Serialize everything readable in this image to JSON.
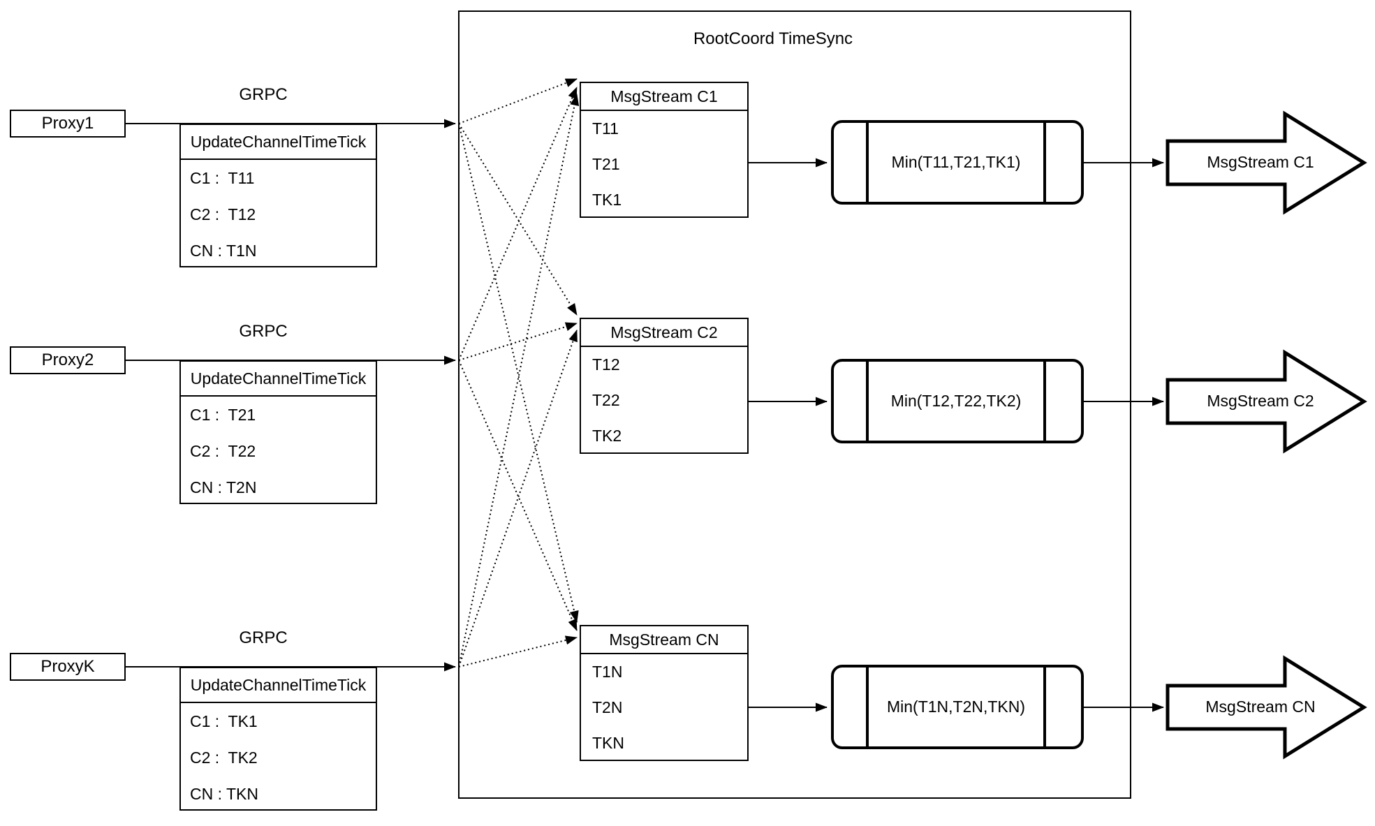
{
  "diagram": {
    "rootcoord_title": "RootCoord TimeSync",
    "rows": [
      {
        "proxy": "Proxy1",
        "grpc_label": "GRPC",
        "update_table": {
          "header": "UpdateChannelTimeTick",
          "rows": [
            "C1 :  T11",
            "C2 :  T12",
            "CN : T1N"
          ]
        },
        "msgstream_table": {
          "header": "MsgStream C1",
          "rows": [
            "T11",
            "T21",
            "TK1"
          ]
        },
        "min_label": "Min(T11,T21,TK1)",
        "output_arrow": "MsgStream C1"
      },
      {
        "proxy": "Proxy2",
        "grpc_label": "GRPC",
        "update_table": {
          "header": "UpdateChannelTimeTick",
          "rows": [
            "C1 :  T21",
            "C2 :  T22",
            "CN : T2N"
          ]
        },
        "msgstream_table": {
          "header": "MsgStream C2",
          "rows": [
            "T12",
            "T22",
            "TK2"
          ]
        },
        "min_label": "Min(T12,T22,TK2)",
        "output_arrow": "MsgStream C2"
      },
      {
        "proxy": "ProxyK",
        "grpc_label": "GRPC",
        "update_table": {
          "header": "UpdateChannelTimeTick",
          "rows": [
            "C1 :  TK1",
            "C2 :  TK2",
            "CN : TKN"
          ]
        },
        "msgstream_table": {
          "header": "MsgStream CN",
          "rows": [
            "T1N",
            "T2N",
            "TKN"
          ]
        },
        "min_label": "Min(T1N,T2N,TKN)",
        "output_arrow": "MsgStream CN"
      }
    ]
  }
}
